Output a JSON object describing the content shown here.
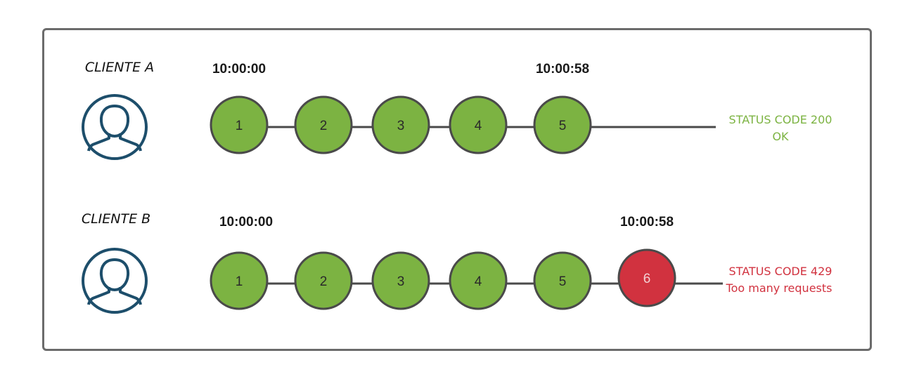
{
  "colors": {
    "node_ok": "#7cb342",
    "node_error": "#d1323f",
    "node_stroke": "#4a4a4a",
    "line": "#4a4a4a",
    "status_ok": "#7cb342",
    "status_error": "#d1323f",
    "icon": "#1d4e6b"
  },
  "rows": [
    {
      "client": "CLIENTE A",
      "icon": "user-avatar-icon",
      "start_time": "10:00:00",
      "end_time": "10:00:58",
      "requests": [
        {
          "label": "1",
          "status": "ok"
        },
        {
          "label": "2",
          "status": "ok"
        },
        {
          "label": "3",
          "status": "ok"
        },
        {
          "label": "4",
          "status": "ok"
        },
        {
          "label": "5",
          "status": "ok"
        }
      ],
      "status_line1": "STATUS CODE 200",
      "status_line2": "OK",
      "status_kind": "ok"
    },
    {
      "client": "CLIENTE B",
      "icon": "user-avatar-icon",
      "start_time": "10:00:00",
      "end_time": "10:00:58",
      "requests": [
        {
          "label": "1",
          "status": "ok"
        },
        {
          "label": "2",
          "status": "ok"
        },
        {
          "label": "3",
          "status": "ok"
        },
        {
          "label": "4",
          "status": "ok"
        },
        {
          "label": "5",
          "status": "ok"
        },
        {
          "label": "6",
          "status": "error"
        }
      ],
      "status_line1": "STATUS CODE 429",
      "status_line2": "Too many requests",
      "status_kind": "error"
    }
  ]
}
